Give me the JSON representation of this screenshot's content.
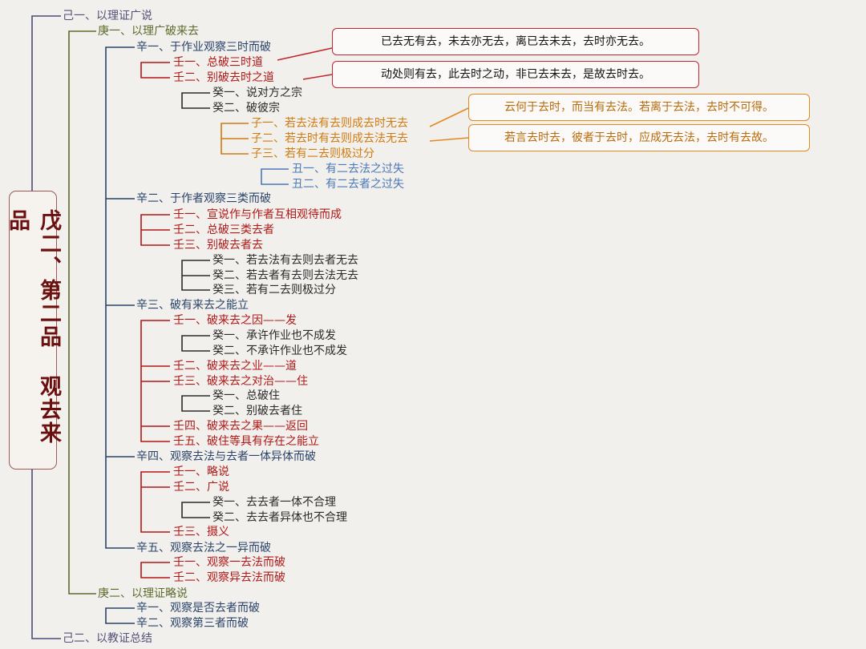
{
  "root": {
    "title": "戊二、第二品 观去来品"
  },
  "nodes": {
    "ji1": "己一、以理证广说",
    "geng1": "庚一、以理广破来去",
    "xin1": "辛一、于作业观察三时而破",
    "x1_ren1": "壬一、总破三时道",
    "x1_ren2": "壬二、别破去时之道",
    "x1_gui1": "癸一、说对方之宗",
    "x1_gui2": "癸二、破彼宗",
    "zi1": "子一、若去法有去则成去时无去",
    "zi2": "子二、若去时有去则成去法无去",
    "zi3": "子三、若有二去则极过分",
    "chou1": "丑一、有二去法之过失",
    "chou2": "丑二、有二去者之过失",
    "xin2": "辛二、于作者观察三类而破",
    "x2_ren1": "壬一、宣说作与作者互相观待而成",
    "x2_ren2": "壬二、总破三类去者",
    "x2_ren3": "壬三、别破去者去",
    "x2_gui1": "癸一、若去法有去则去者无去",
    "x2_gui2": "癸二、若去者有去则去法无去",
    "x2_gui3": "癸三、若有二去则极过分",
    "xin3": "辛三、破有来去之能立",
    "x3_ren1": "壬一、破来去之因——发",
    "x3_ren1_gui1": "癸一、承许作业也不成发",
    "x3_ren1_gui2": "癸二、不承许作业也不成发",
    "x3_ren2": "壬二、破来去之业——道",
    "x3_ren3": "壬三、破来去之对治——住",
    "x3_ren3_gui1": "癸一、总破住",
    "x3_ren3_gui2": "癸二、别破去者住",
    "x3_ren4": "壬四、破来去之果——返回",
    "x3_ren5": "壬五、破住等具有存在之能立",
    "xin4": "辛四、观察去法与去者一体异体而破",
    "x4_ren1": "壬一、略说",
    "x4_ren2": "壬二、广说",
    "x4_gui1": "癸一、去去者一体不合理",
    "x4_gui2": "癸二、去去者异体也不合理",
    "x4_ren3": "壬三、摄义",
    "xin5": "辛五、观察去法之一异而破",
    "x5_ren1": "壬一、观察一去法而破",
    "x5_ren2": "壬二、观察异去法而破",
    "geng2": "庚二、以理证略说",
    "g2_xin1": "辛一、观察是否去者而破",
    "g2_xin2": "辛二、观察第三者而破",
    "ji2": "己二、以教证总结"
  },
  "callouts": {
    "c1": "已去无有去，未去亦无去，离已去未去，去时亦无去。",
    "c2": "动处则有去，此去时之动，非已去未去，是故去时去。",
    "c3": "云何于去时，而当有去法。若离于去法，去时不可得。",
    "c4": "若言去时去，彼者于去时，应成无去法，去时有去故。"
  },
  "colors": {
    "level_ji": "#53507a",
    "level_geng": "#5c6b2c",
    "level_xin": "#29436a",
    "level_ren": "#b01818",
    "level_gui": "#2a2a2a",
    "level_zi": "#d07a10",
    "level_chou": "#4a79b8",
    "root_border": "#9c5a5a",
    "callout_red": "#c0282e",
    "callout_orange": "#e08a20"
  }
}
